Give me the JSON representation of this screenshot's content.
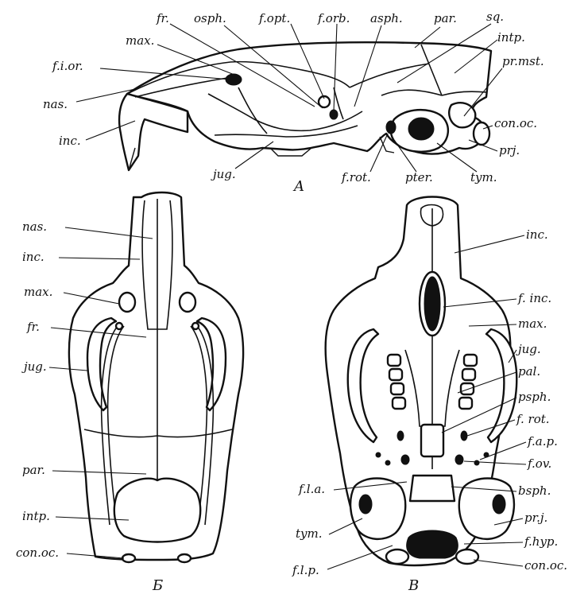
{
  "figure": {
    "panels": {
      "A": {
        "letter": "A"
      },
      "B": {
        "letter": "Б"
      },
      "C": {
        "letter": "В"
      }
    },
    "labels_A": {
      "fr": "fr.",
      "osph": "osph.",
      "fopt": "f.opt.",
      "forb": "f.orb.",
      "asph": "asph.",
      "par": "par.",
      "sq": "sq.",
      "max": "max.",
      "intp": "intp.",
      "fior": "f.i.or.",
      "prmst": "pr.mst.",
      "nas": "nas.",
      "conoc": "con.oc.",
      "inc": "inc.",
      "prj": "prj.",
      "jug": "jug.",
      "frot": "f.rot.",
      "pter": "pter.",
      "tym": "tym."
    },
    "labels_B": {
      "nas": "nas.",
      "inc": "inc.",
      "max": "max.",
      "fr": "fr.",
      "jug": "jug.",
      "par": "par.",
      "intp": "intp.",
      "conoc": "con.oc."
    },
    "labels_C": {
      "inc": "inc.",
      "finc": "f. inc.",
      "max": "max.",
      "jug": "jug.",
      "pal": "pal.",
      "psph": "psph.",
      "frot": "f. rot.",
      "fap": "f.a.p.",
      "fov": "f.ov.",
      "fla": "f.l.a.",
      "bsph": "bsph.",
      "prj": "pr.j.",
      "tym": "tym.",
      "fhyp": "f.hyp.",
      "flp": "f.l.p.",
      "conoc": "con.oc."
    }
  }
}
